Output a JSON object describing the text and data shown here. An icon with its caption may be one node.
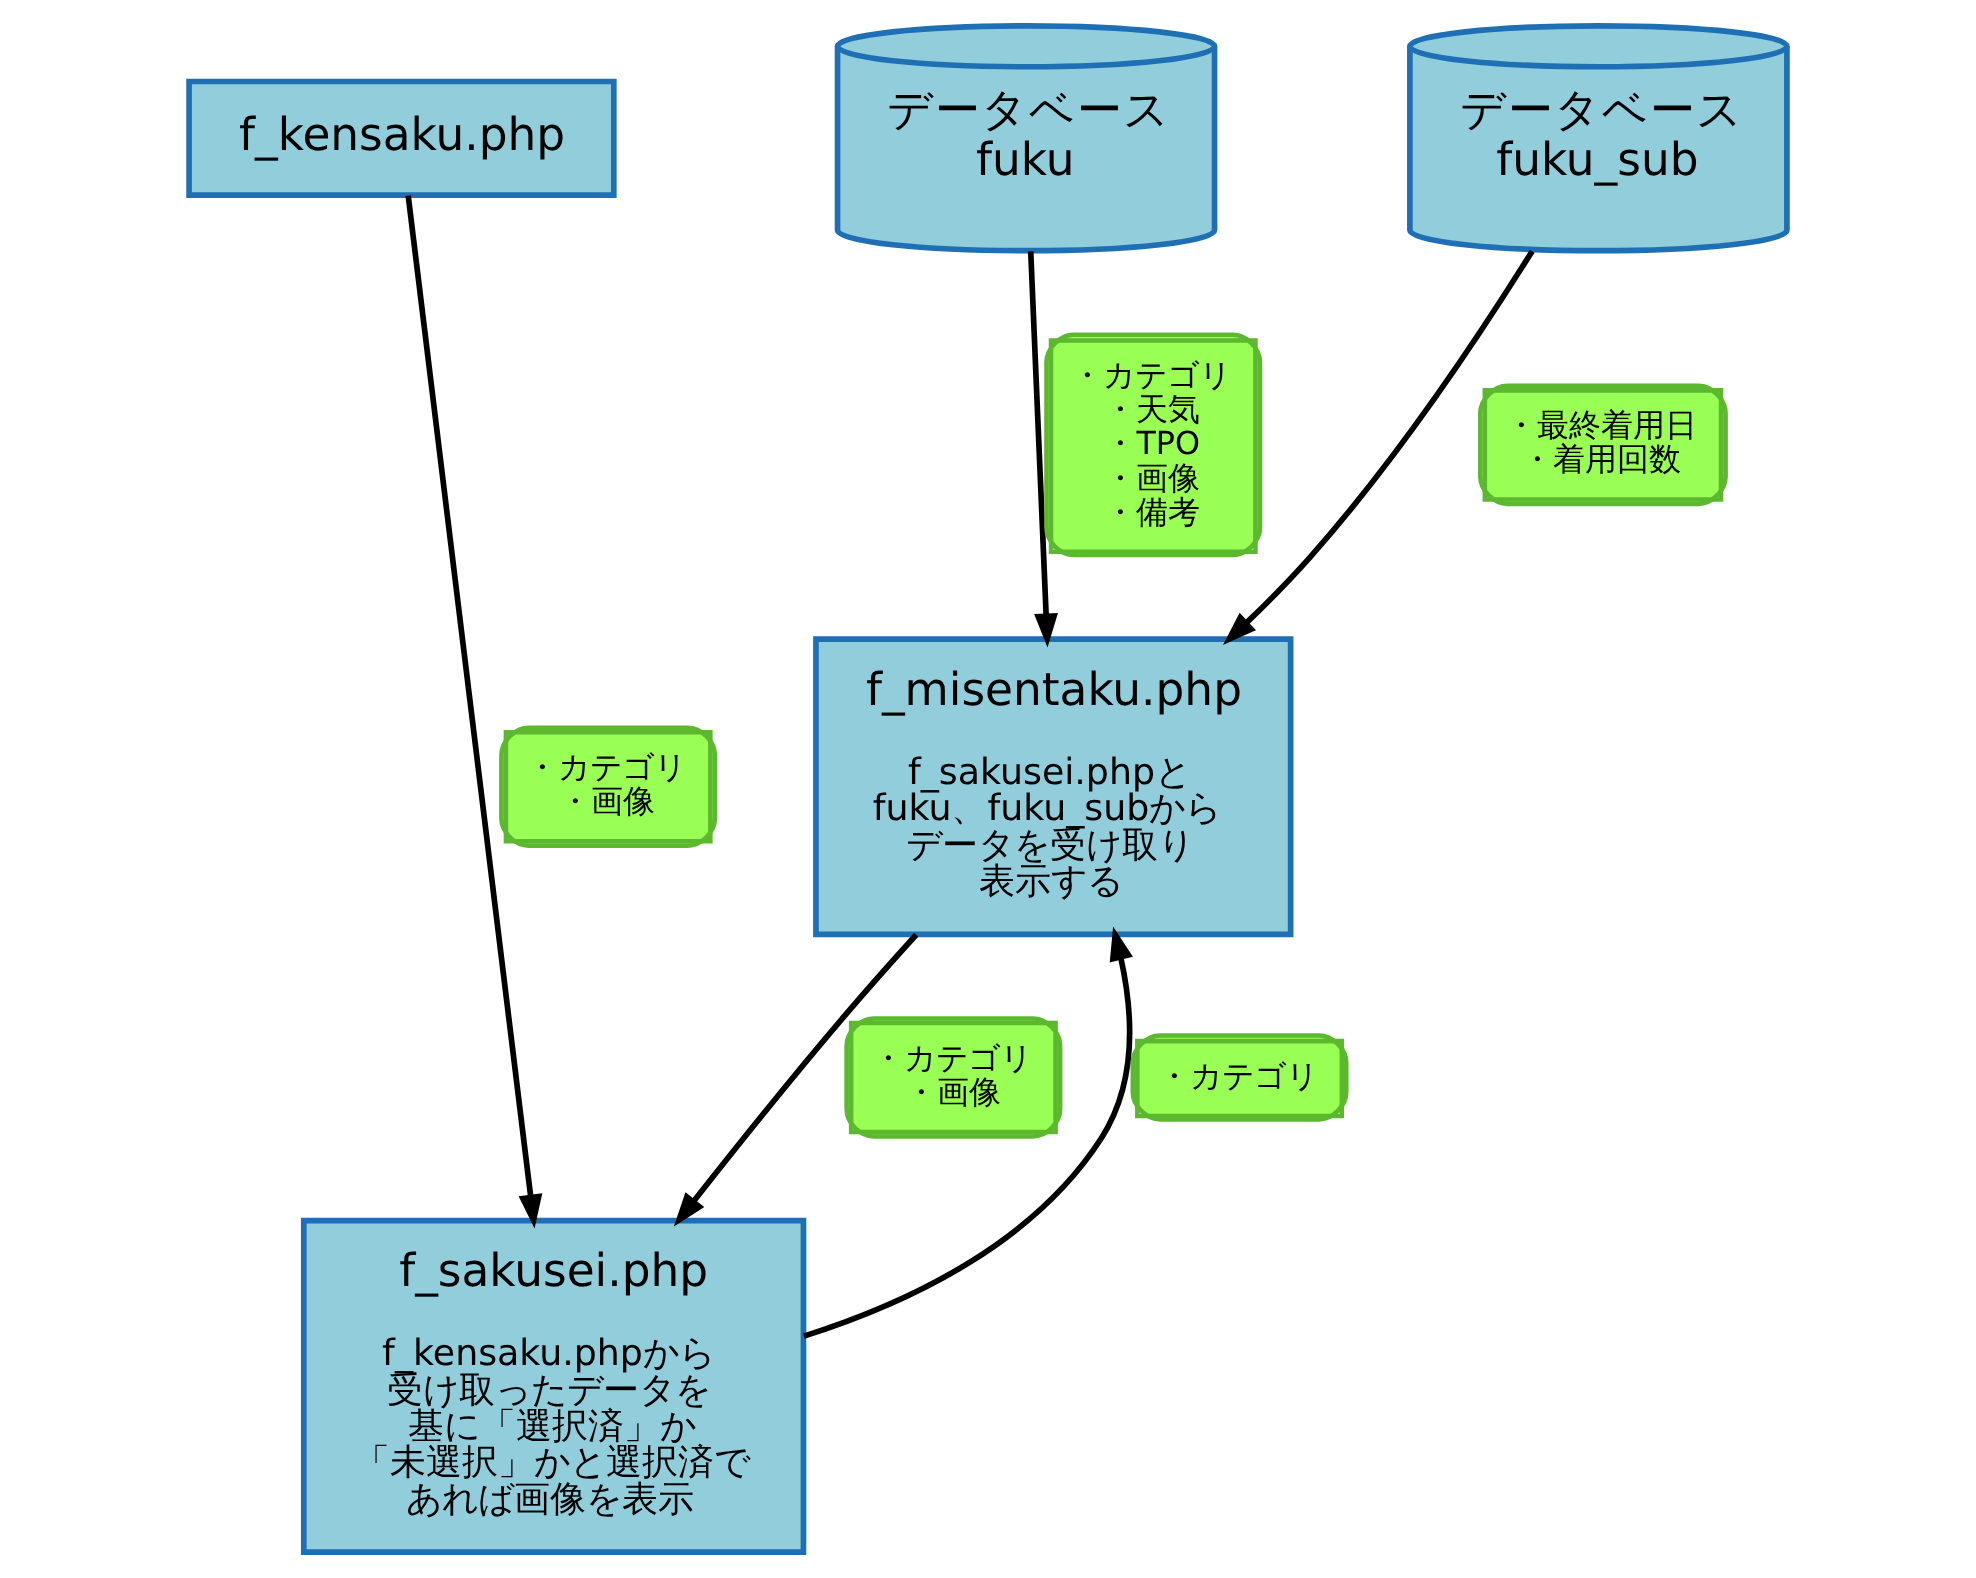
{
  "diagram": {
    "nodes": [
      {
        "text": [
          "f_kensaku.php"
        ]
      },
      {
        "text": [
          "データベース fuku"
        ]
      },
      {
        "text": [
          "データベース fuku_sub"
        ]
      },
      {
        "text": [
          "f_sakusei.php",
          "f_kensaku.phpから受け取ったデータを基に「選択済」か「未選択」かと選択済であれば画像を表示"
        ]
      },
      {
        "text": [
          "f_misentaku.php",
          "f_sakusei.phpとfuku、fuku_subからデータを受け取り表示する"
        ]
      }
    ],
    "edges": [
      {
        "from": 0,
        "to": 3,
        "arrow": "to",
        "label": "・カテゴリ・画像"
      },
      {
        "from": 1,
        "to": 4,
        "arrow": "to",
        "label": "・カテゴリ・天気・TPO・画像・備考"
      },
      {
        "from": 2,
        "to": 4,
        "arrow": "to",
        "label": "・最終着用日・着用回数"
      },
      {
        "from": 4,
        "to": 3,
        "arrow": "to",
        "label": "・カテゴリ・画像"
      },
      {
        "from": 3,
        "to": 4,
        "arrow": "to",
        "label": "・カテゴリ"
      }
    ]
  }
}
